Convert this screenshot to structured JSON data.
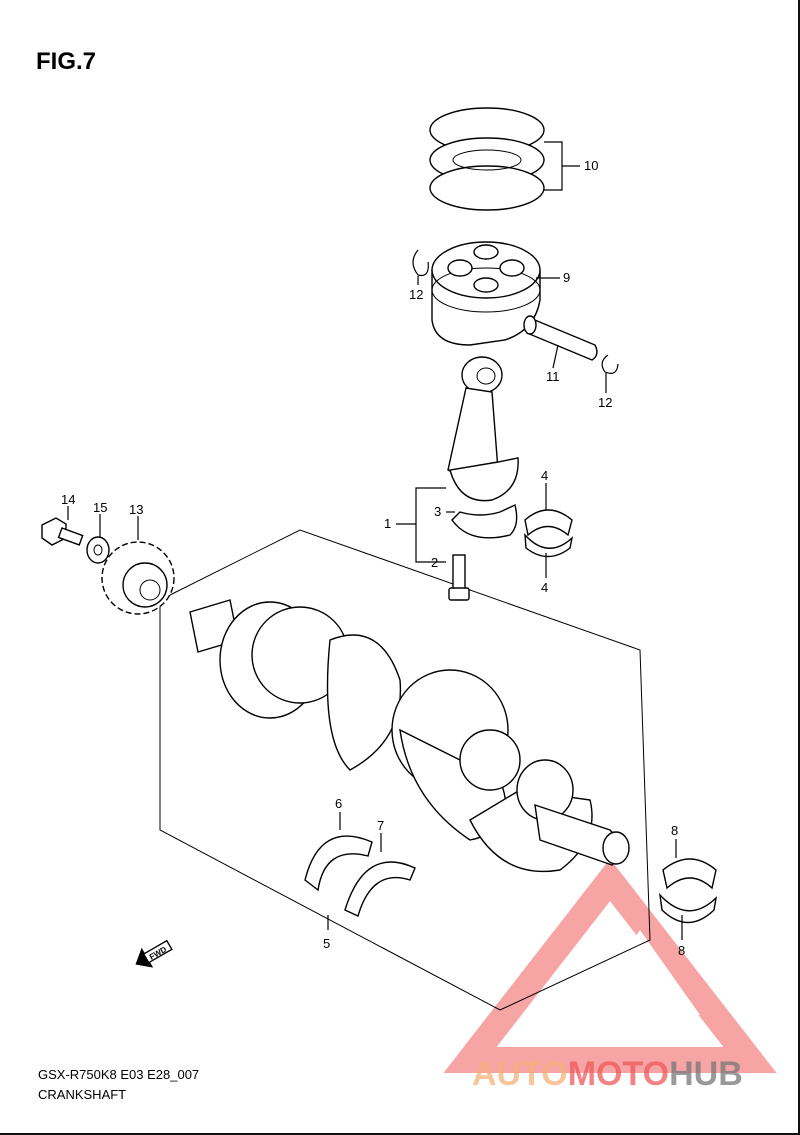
{
  "figure": {
    "title": "FIG.7",
    "model_code": "GSX-R750K8 E03 E28_007",
    "caption": "CRANKSHAFT"
  },
  "labels": [
    "1",
    "2",
    "3",
    "4",
    "4",
    "5",
    "6",
    "7",
    "8",
    "8",
    "9",
    "10",
    "11",
    "12",
    "12",
    "13",
    "14",
    "15"
  ],
  "fwd_arrow": "FWD",
  "watermark": {
    "part1": "AUTO",
    "part2": "MOTO",
    "part3": "HUB",
    "colors": {
      "accent": "#f5b27a",
      "red": "#ef5a5a",
      "gray": "#777777"
    }
  }
}
